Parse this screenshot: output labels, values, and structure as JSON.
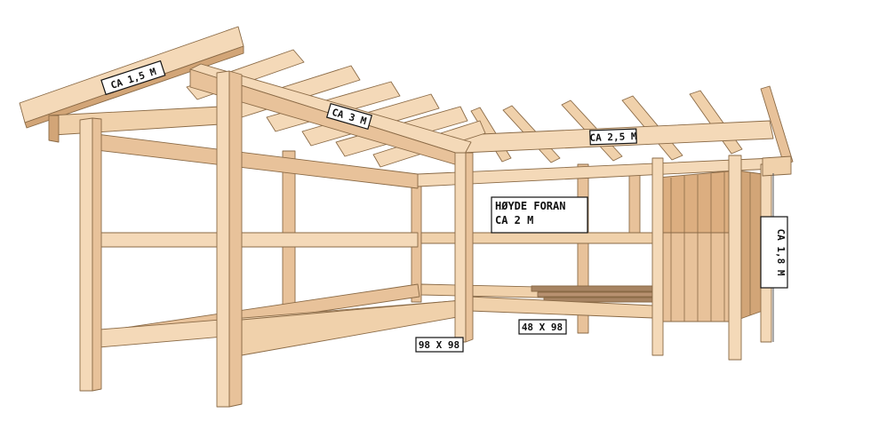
{
  "labels": {
    "roof_left_depth": "CA 1,5 M",
    "roof_left_length": "CA 3 M",
    "roof_right_length": "CA 2,5 M",
    "front_height_line1": "HØYDE FORAN",
    "front_height_line2": "CA 2 M",
    "rear_height": "CA 1,8 M",
    "post_size": "98 X 98",
    "beam_size": "48 X 98"
  },
  "colors": {
    "wood_light": "#f4d9b8",
    "wood_mid": "#e8c29a",
    "wood_dark": "#d2a577",
    "wood_edge": "#8a6a46",
    "label_text": "#111111"
  }
}
